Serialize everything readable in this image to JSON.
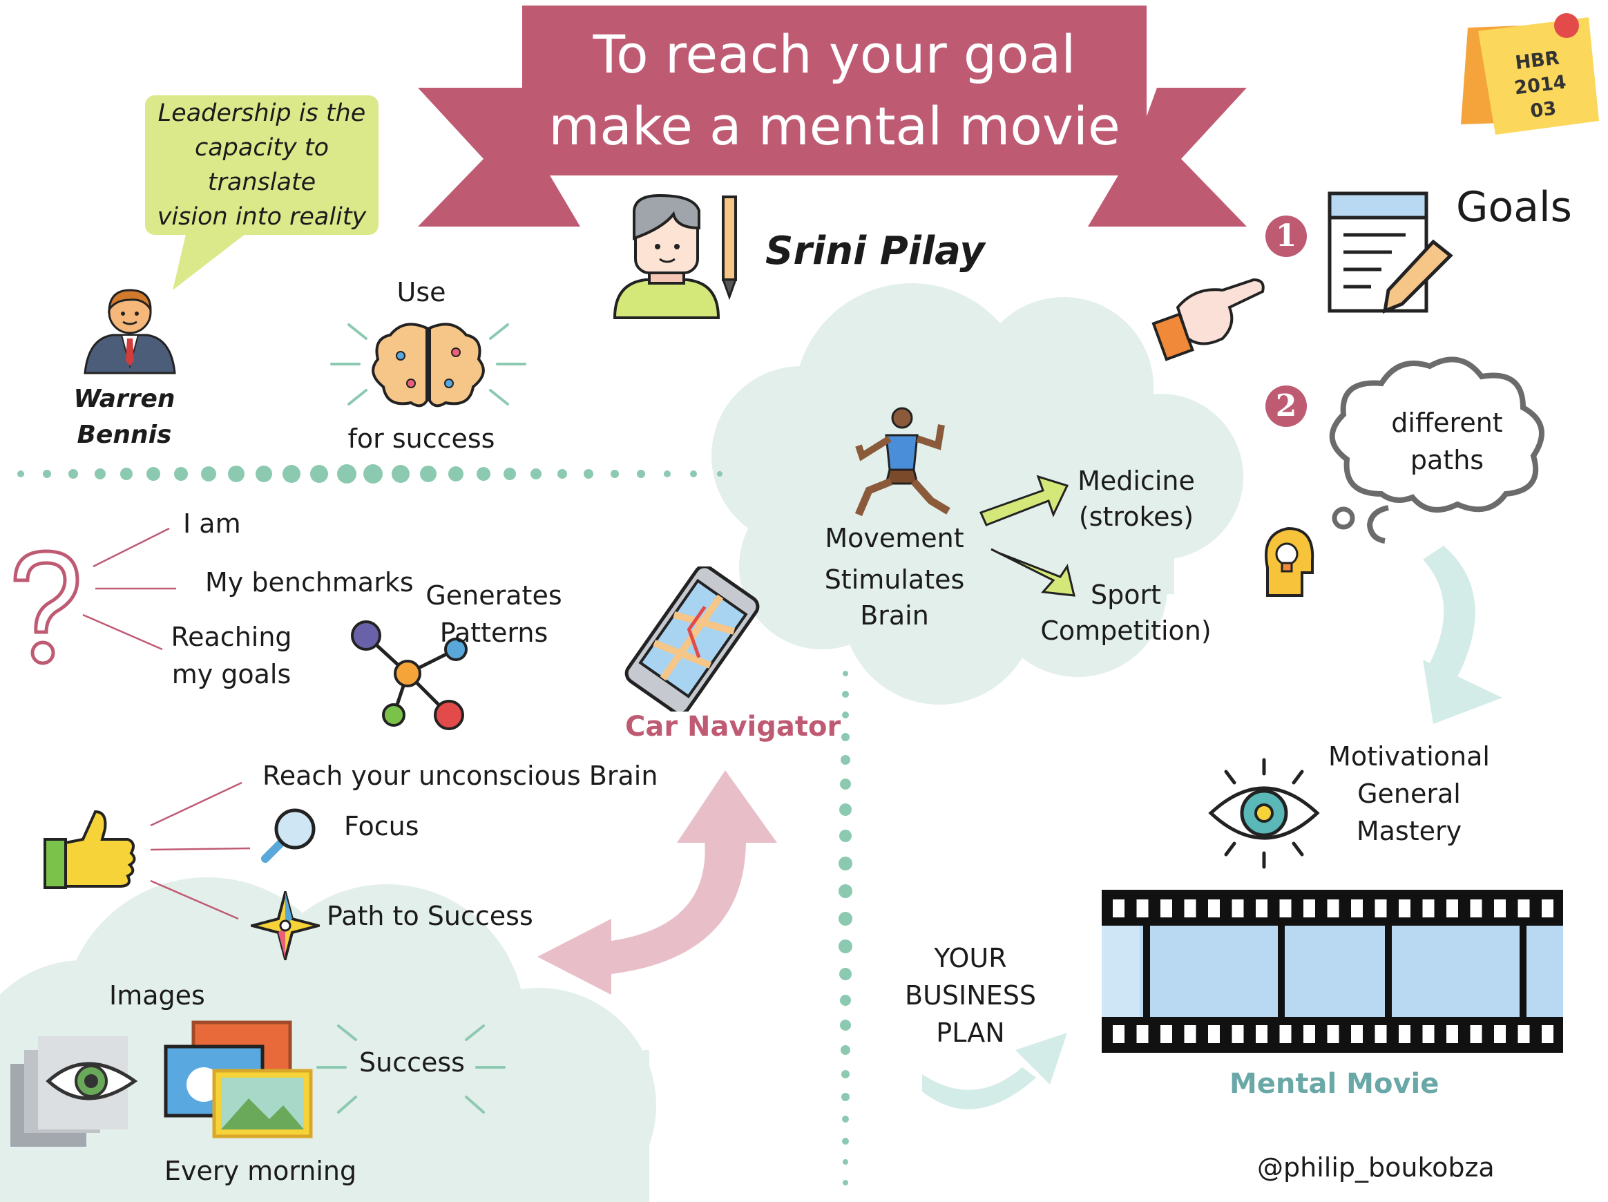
{
  "title": {
    "line1": "To reach your goal",
    "line2": "make a mental movie"
  },
  "quote": {
    "line1": "Leadership is the",
    "line2": "capacity to translate",
    "line3": "vision into reality"
  },
  "people": {
    "bennis_first": "Warren",
    "bennis_last": "Bennis",
    "author": "Srini Pilay"
  },
  "sticky": {
    "line1": "HBR",
    "line2": "2014",
    "line3": "03"
  },
  "brain": {
    "top": "Use",
    "bottom": "for success"
  },
  "goals": {
    "step1": "1",
    "step2": "2",
    "goals_label": "Goals",
    "paths_line1": "different",
    "paths_line2": "paths"
  },
  "movement": {
    "line1": "Movement",
    "line2": "Stimulates",
    "line3": "Brain",
    "medicine1": "Medicine",
    "medicine2": "(strokes)",
    "sport1": "Sport",
    "sport2": "Competition)"
  },
  "questions": {
    "q1": "I am",
    "q2": "My benchmarks",
    "q3a": "Reaching",
    "q3b": "my goals"
  },
  "patterns": {
    "line1": "Generates",
    "line2": "Patterns"
  },
  "navigator": {
    "label": "Car Navigator"
  },
  "benefits": {
    "b1": "Reach your unconscious Brain",
    "b2": "Focus",
    "b3": "Path to Success"
  },
  "morning": {
    "images": "Images",
    "success": "Success",
    "every_morning": "Every morning"
  },
  "motivation": {
    "line1": "Motivational",
    "line2": "General",
    "line3": "Mastery"
  },
  "business": {
    "line1": "YOUR",
    "line2": "BUSINESS",
    "line3": "PLAN"
  },
  "movie": {
    "label": "Mental Movie"
  },
  "credit": "@philip_boukobza",
  "colors": {
    "banner": "#bf5a73",
    "quote": "#dce98a",
    "cloud": "#e3efea",
    "dots": "#8cc9b1",
    "accent_teal": "#6aa8a8"
  },
  "icons": [
    "businessman-icon",
    "brain-icon",
    "student-icon",
    "pointing-hand-icon",
    "checklist-icon",
    "thought-cloud-icon",
    "lightbulb-head-icon",
    "runner-icon",
    "question-mark-icon",
    "network-icon",
    "phone-map-icon",
    "thumbs-up-icon",
    "magnifier-icon",
    "compass-star-icon",
    "eye-icon",
    "pictures-icon",
    "film-strip-icon"
  ]
}
